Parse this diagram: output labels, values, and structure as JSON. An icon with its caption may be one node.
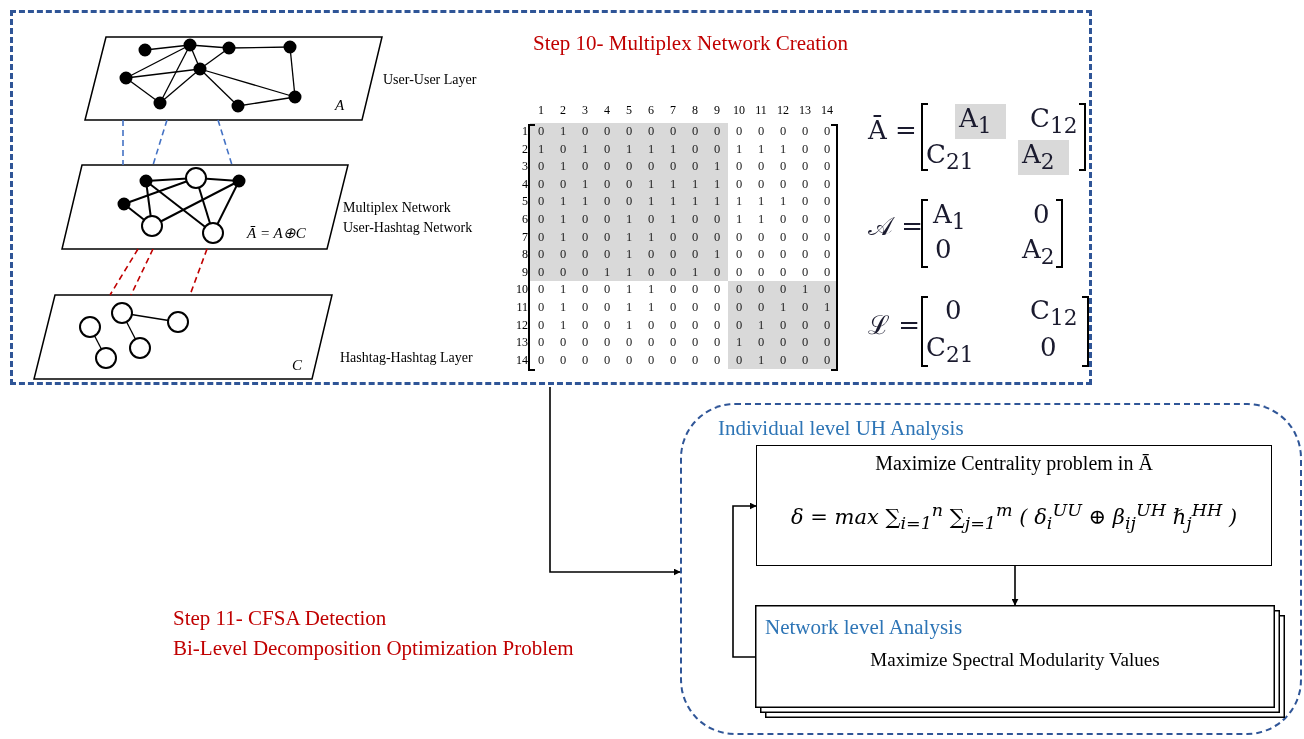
{
  "diagram": {
    "nodes": [
      {
        "text": [
          "Step 10- Multiplex Network Creation"
        ]
      },
      {
        "text": [
          "A"
        ],
        "in": 0,
        "beside": [
          "User-User Layer"
        ]
      },
      {
        "text": [
          "Ā = A⊕C"
        ],
        "in": 0,
        "beside": [
          "Multiplex Network",
          "User-Hashtag Network"
        ]
      },
      {
        "text": [
          "C"
        ],
        "in": 0,
        "beside": [
          "Hashtag-Hashtag Layer"
        ]
      },
      {
        "text": [
          "Individual level UH Analysis"
        ]
      },
      {
        "text": [
          "Maximize Centrality problem in Ā",
          "δ = max ∑$_{i=1}$$^{n}$ ∑$_{j=1}$$^{m}$ ( δ$_{i}$$^{UU}$ ⊕ β$_{ij}$$^{UH}$ ℏ$_{j}$$^{HH}$ )"
        ],
        "in": 4
      },
      {
        "text": [
          "Network level Analysis",
          "Maximize Spectral Modularity Values"
        ],
        "in": 4
      }
    ],
    "edges": [
      {
        "from": 1,
        "to": 2,
        "arrow": "none",
        "style": "dashed",
        "color": "#4472c4"
      },
      {
        "from": 1,
        "to": 2,
        "arrow": "none",
        "style": "dashed",
        "color": "#4472c4"
      },
      {
        "from": 1,
        "to": 2,
        "arrow": "none",
        "style": "dashed",
        "color": "#4472c4"
      },
      {
        "from": 2,
        "to": 3,
        "arrow": "none",
        "style": "dashed",
        "color": "#c00000"
      },
      {
        "from": 2,
        "to": 3,
        "arrow": "none",
        "style": "dashed",
        "color": "#c00000"
      },
      {
        "from": 2,
        "to": 3,
        "arrow": "none",
        "style": "dashed",
        "color": "#c00000"
      },
      {
        "from": 0,
        "to": 4,
        "arrow": "to",
        "color": "#000000"
      },
      {
        "from": 5,
        "to": 6,
        "arrow": "to",
        "color": "#000000"
      },
      {
        "from": 6,
        "to": 5,
        "arrow": "to",
        "color": "#000000"
      }
    ],
    "labels": [
      "1",
      "2",
      "3",
      "4",
      "5",
      "6",
      "7",
      "8",
      "9",
      "10",
      "11",
      "12",
      "13",
      "14",
      "1",
      "0",
      "1",
      "0",
      "0",
      "0",
      "0",
      "0",
      "0",
      "0",
      "0",
      "0",
      "0",
      "0",
      "0",
      "2",
      "1",
      "0",
      "1",
      "0",
      "1",
      "1",
      "1",
      "0",
      "0",
      "1",
      "1",
      "1",
      "0",
      "0",
      "3",
      "0",
      "1",
      "0",
      "0",
      "0",
      "0",
      "0",
      "0",
      "1",
      "0",
      "0",
      "0",
      "0",
      "0",
      "4",
      "0",
      "0",
      "1",
      "0",
      "0",
      "1",
      "1",
      "1",
      "1",
      "0",
      "0",
      "0",
      "0",
      "0",
      "5",
      "0",
      "1",
      "1",
      "0",
      "0",
      "1",
      "1",
      "1",
      "1",
      "1",
      "1",
      "1",
      "0",
      "0",
      "6",
      "0",
      "1",
      "0",
      "0",
      "1",
      "0",
      "1",
      "0",
      "0",
      "1",
      "1",
      "0",
      "0",
      "0",
      "7",
      "0",
      "1",
      "0",
      "0",
      "1",
      "1",
      "0",
      "0",
      "0",
      "0",
      "0",
      "0",
      "0",
      "0",
      "8",
      "0",
      "0",
      "0",
      "0",
      "1",
      "0",
      "0",
      "0",
      "1",
      "0",
      "0",
      "0",
      "0",
      "0",
      "9",
      "0",
      "0",
      "0",
      "1",
      "1",
      "0",
      "0",
      "1",
      "0",
      "0",
      "0",
      "0",
      "0",
      "0",
      "10",
      "0",
      "1",
      "0",
      "0",
      "1",
      "1",
      "0",
      "0",
      "0",
      "0",
      "0",
      "0",
      "1",
      "0",
      "11",
      "0",
      "1",
      "0",
      "0",
      "1",
      "1",
      "0",
      "0",
      "0",
      "0",
      "0",
      "1",
      "0",
      "1",
      "12",
      "0",
      "1",
      "0",
      "0",
      "1",
      "0",
      "0",
      "0",
      "0",
      "0",
      "1",
      "0",
      "0",
      "0",
      "13",
      "0",
      "0",
      "0",
      "0",
      "0",
      "0",
      "0",
      "0",
      "0",
      "1",
      "0",
      "0",
      "0",
      "0",
      "14",
      "0",
      "0",
      "0",
      "0",
      "0",
      "0",
      "0",
      "0",
      "0",
      "0",
      "1",
      "0",
      "0",
      "0",
      "Ā =",
      "A$_{1}$",
      "C$_{12}$",
      "C$_{21}$",
      "A$_{2}$",
      "𝒜 =",
      "A$_{1}$",
      "0",
      "0",
      "A$_{2}$",
      "ℒ =",
      "0",
      "C$_{12}$",
      "C$_{21}$",
      "0",
      "Step 11- CFSA Detection",
      "Bi-Level Decomposition Optimization Problem"
    ]
  }
}
